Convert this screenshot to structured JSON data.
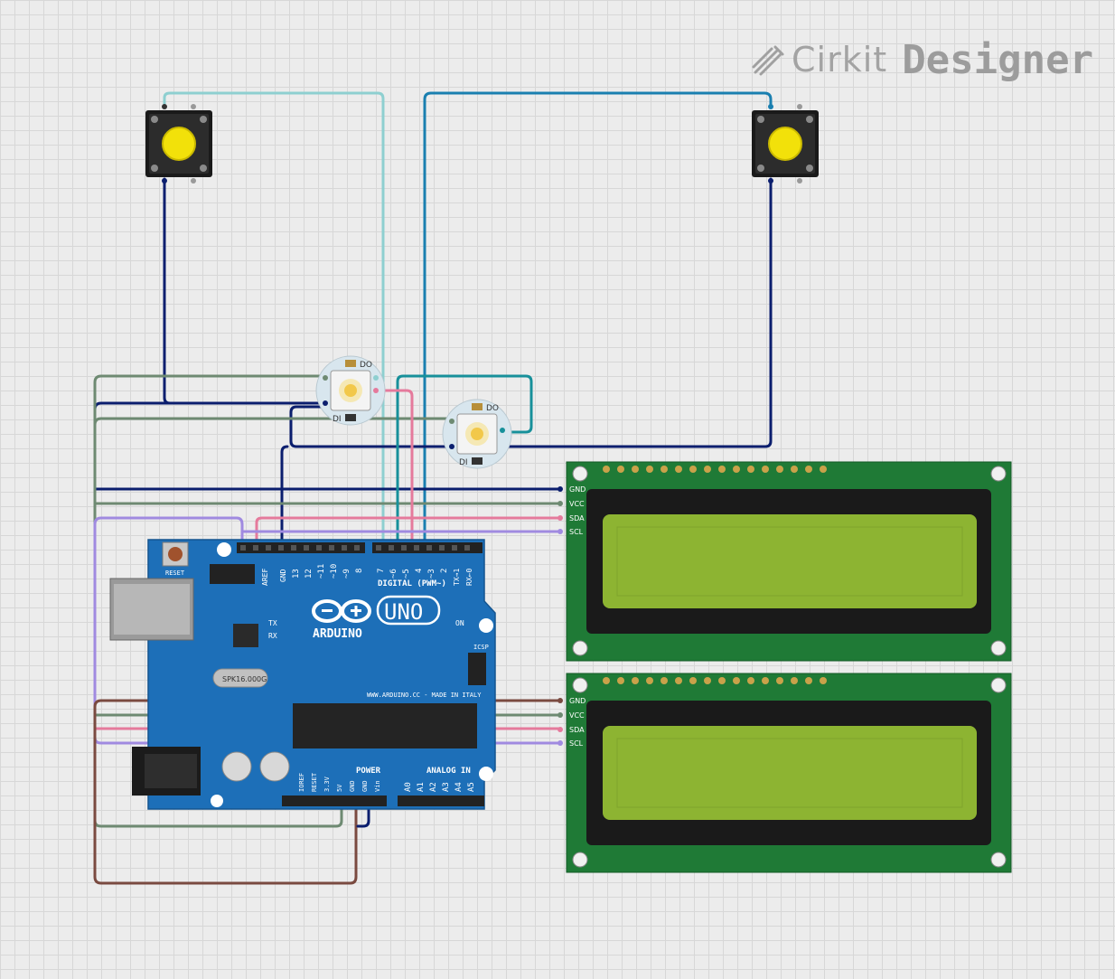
{
  "logo": {
    "name_part1": "Cirkit",
    "name_part2": "Designer",
    "icon": "cirkit-pen-icon"
  },
  "arduino": {
    "model": "UNO",
    "brand": "ARDUINO",
    "website": "WWW.ARDUINO.CC - MADE IN ITALY",
    "reset_label": "RESET",
    "on_label": "ON",
    "tx_label": "TX",
    "rx_label": "RX",
    "icsp_label": "ICSP",
    "aref_label": "AREF",
    "gnd_label": "GND",
    "digital_label": "DIGITAL (PWM~)",
    "power_label": "POWER",
    "analog_label": "ANALOG IN",
    "crystal_label": "SPK16.000G",
    "digital_pins": [
      "13",
      "12",
      "~11",
      "~10",
      "~9",
      "8",
      "7",
      "~6",
      "~5",
      "4",
      "~3",
      "2",
      "TX→1",
      "RX←0"
    ],
    "power_pins": [
      "IOREF",
      "RESET",
      "3.3V",
      "5V",
      "GND",
      "GND",
      "Vin"
    ],
    "analog_pins": [
      "A0",
      "A1",
      "A2",
      "A3",
      "A4",
      "A5"
    ]
  },
  "lcds": [
    {
      "pins": [
        "GND",
        "VCC",
        "SDA",
        "SCL"
      ]
    },
    {
      "pins": [
        "GND",
        "VCC",
        "SDA",
        "SCL"
      ]
    }
  ],
  "leds": [
    {
      "pin_labels": [
        "DI",
        "DO"
      ]
    },
    {
      "pin_labels": [
        "DI",
        "DO"
      ]
    }
  ],
  "colors": {
    "board": "#1d6fb8",
    "lcd_pcb": "#1f7a36",
    "lcd_screen": "#8db432",
    "button_cap": "#f2e10a",
    "wire_navy": "#0b1e6e",
    "wire_green_gray": "#6e8a72",
    "wire_light_teal": "#8ecfd0",
    "wire_blue": "#1a7fb0",
    "wire_teal": "#17909a",
    "wire_pink": "#e57a9c",
    "wire_lavender": "#a08ae0",
    "wire_brown": "#7a4a40"
  }
}
